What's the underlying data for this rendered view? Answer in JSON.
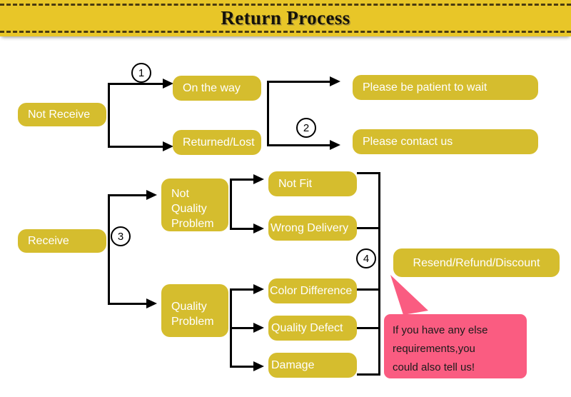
{
  "header": {
    "title": "Return Process",
    "background_color": "#e8c628",
    "dash_color": "#4a3b10"
  },
  "theme": {
    "node_color": "#d5bd2e",
    "node_text_color": "#ffffff",
    "connector_color": "#000000",
    "callout_color": "#fa5c81",
    "page_background": "#ffffff"
  },
  "flow": {
    "branch_not_received": {
      "root": {
        "label": "Not Receive"
      },
      "step_marker": "1",
      "step_marker_2": "2",
      "options": [
        {
          "label": "On the way",
          "result": "Please be patient to wait"
        },
        {
          "label": "Returned/Lost",
          "result": "Please contact us"
        }
      ]
    },
    "branch_received": {
      "root": {
        "label": "Receive"
      },
      "step_marker": "3",
      "step_marker_2": "4",
      "categories": [
        {
          "label": "Not Quality Problem",
          "label_lines": [
            "Not",
            "Quality",
            "Problem"
          ],
          "reasons": [
            "Not Fit",
            "Wrong Delivery"
          ]
        },
        {
          "label": "Quality Problem",
          "label_lines": [
            "Quality",
            "Problem"
          ],
          "reasons": [
            "Color Difference",
            "Quality Defect",
            "Damage"
          ]
        }
      ],
      "outcome": {
        "label": "Resend/Refund/Discount"
      }
    }
  },
  "callout": {
    "lines": [
      "If you have any else",
      "requirements,you",
      "could also tell us!"
    ]
  }
}
